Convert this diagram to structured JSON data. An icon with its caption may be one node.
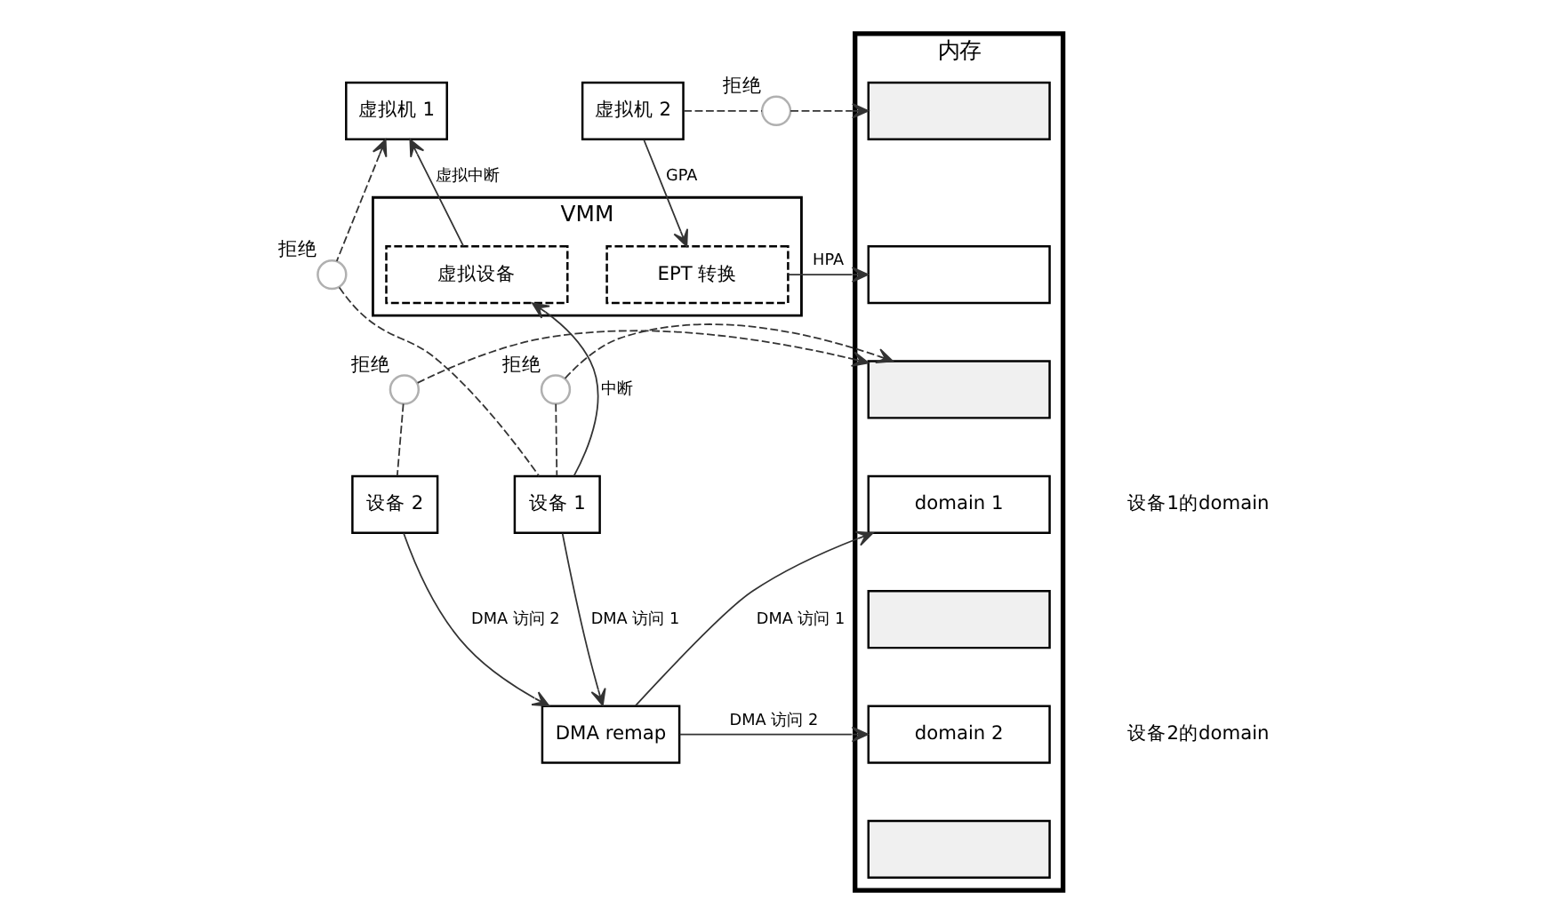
{
  "diagram": {
    "nodes": [
      {
        "text": [
          "虚拟机 1"
        ]
      },
      {
        "text": [
          "虚拟机 2"
        ]
      },
      {
        "text": [
          "VMM"
        ]
      },
      {
        "text": [
          "虚拟设备"
        ],
        "in": 2
      },
      {
        "text": [
          "EPT 转换"
        ],
        "in": 2
      },
      {
        "text": [
          "设备 1"
        ]
      },
      {
        "text": [
          "设备 2"
        ]
      },
      {
        "text": [
          "DMA remap"
        ]
      },
      {
        "text": [
          "内存"
        ]
      },
      {
        "text": [],
        "shape": "box",
        "in": 8
      },
      {
        "text": [],
        "shape": "box",
        "in": 8
      },
      {
        "text": [],
        "shape": "box",
        "in": 8
      },
      {
        "text": [
          "domain 1"
        ],
        "in": 8,
        "beside": [
          "设备1的domain"
        ]
      },
      {
        "text": [],
        "shape": "box",
        "in": 8
      },
      {
        "text": [
          "domain 2"
        ],
        "in": 8,
        "beside": [
          "设备2的domain"
        ]
      },
      {
        "text": [],
        "shape": "box",
        "in": 8
      },
      {
        "text": [],
        "shape": "circle",
        "beside": [
          "拒绝"
        ]
      },
      {
        "text": [],
        "shape": "circle",
        "beside": [
          "拒绝"
        ]
      },
      {
        "text": [],
        "shape": "circle",
        "beside": [
          "拒绝"
        ]
      },
      {
        "text": [],
        "shape": "circle",
        "beside": [
          "拒绝"
        ]
      }
    ],
    "edges": [
      {
        "from": 5,
        "to": 16,
        "arrow": "none",
        "style": "dashed"
      },
      {
        "from": 16,
        "to": 0,
        "arrow": "to",
        "style": "dashed"
      },
      {
        "from": 3,
        "to": 0,
        "arrow": "to",
        "label": "虚拟中断"
      },
      {
        "from": 5,
        "to": 3,
        "arrow": "to",
        "label": "中断"
      },
      {
        "from": 1,
        "to": 4,
        "arrow": "to",
        "label": "GPA"
      },
      {
        "from": 4,
        "to": 10,
        "arrow": "to",
        "label": "HPA"
      },
      {
        "from": 1,
        "to": 17,
        "arrow": "none",
        "style": "dashed"
      },
      {
        "from": 17,
        "to": 9,
        "arrow": "to",
        "style": "dashed"
      },
      {
        "from": 6,
        "to": 18,
        "arrow": "none",
        "style": "dashed"
      },
      {
        "from": 18,
        "to": 11,
        "arrow": "to",
        "style": "dashed"
      },
      {
        "from": 5,
        "to": 19,
        "arrow": "none",
        "style": "dashed"
      },
      {
        "from": 19,
        "to": 11,
        "arrow": "to",
        "style": "dashed"
      },
      {
        "from": 5,
        "to": 7,
        "arrow": "to",
        "label": "DMA 访问 1"
      },
      {
        "from": 6,
        "to": 7,
        "arrow": "to",
        "label": "DMA 访问 2"
      },
      {
        "from": 7,
        "to": 12,
        "arrow": "to",
        "label": "DMA 访问 1"
      },
      {
        "from": 7,
        "to": 14,
        "arrow": "to",
        "label": "DMA 访问 2"
      }
    ]
  }
}
